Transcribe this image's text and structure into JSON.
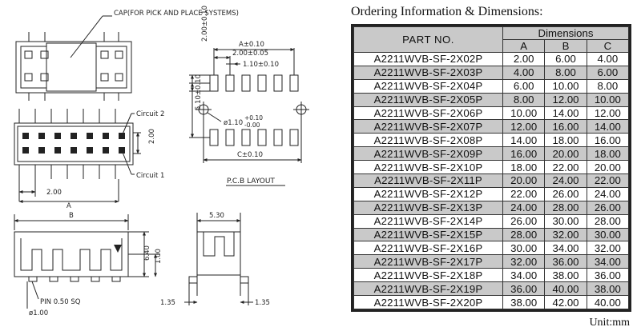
{
  "drawing": {
    "cap_note": "CAP(FOR PICK AND PLACE SYSTEMS)",
    "circuit2": "Circuit 2",
    "circuit1": "Circuit 1",
    "dim_200_side": "2.00",
    "dim_200_bottom": "2.00",
    "dim_A": "A",
    "dim_B": "B",
    "dim_640": "6.40",
    "dim_100": "1.00",
    "pin_note": "PIN 0.50 SQ",
    "hole_note": "ø1.00",
    "dim_530": "5.30",
    "dim_135_left": "1.35",
    "dim_135_right": "1.35",
    "pcb_A": "A±0.10",
    "pcb_200": "2.00±0.05",
    "pcb_110": "1.10±0.10",
    "pcb_200v": "2.00±0.10",
    "pcb_510v": "5.10±0.10",
    "pcb_hole_base": "ø1.10",
    "pcb_hole_tol_up": "+0.10",
    "pcb_hole_tol_dn": "-0.00",
    "pcb_C": "C±0.10",
    "pcb_layout": "P.C.B LAYOUT"
  },
  "ordering": {
    "title": "Ordering Information & Dimensions:",
    "part_header": "PART NO.",
    "dimensions_header": "Dimensions",
    "col_a": "A",
    "col_b": "B",
    "col_c": "C",
    "rows": [
      {
        "part": "A2211WVB-SF-2X02P",
        "a": "2.00",
        "b": "6.00",
        "c": "4.00"
      },
      {
        "part": "A2211WVB-SF-2X03P",
        "a": "4.00",
        "b": "8.00",
        "c": "6.00"
      },
      {
        "part": "A2211WVB-SF-2X04P",
        "a": "6.00",
        "b": "10.00",
        "c": "8.00"
      },
      {
        "part": "A2211WVB-SF-2X05P",
        "a": "8.00",
        "b": "12.00",
        "c": "10.00"
      },
      {
        "part": "A2211WVB-SF-2X06P",
        "a": "10.00",
        "b": "14.00",
        "c": "12.00"
      },
      {
        "part": "A2211WVB-SF-2X07P",
        "a": "12.00",
        "b": "16.00",
        "c": "14.00"
      },
      {
        "part": "A2211WVB-SF-2X08P",
        "a": "14.00",
        "b": "18.00",
        "c": "16.00"
      },
      {
        "part": "A2211WVB-SF-2X09P",
        "a": "16.00",
        "b": "20.00",
        "c": "18.00"
      },
      {
        "part": "A2211WVB-SF-2X10P",
        "a": "18.00",
        "b": "22.00",
        "c": "20.00"
      },
      {
        "part": "A2211WVB-SF-2X11P",
        "a": "20.00",
        "b": "24.00",
        "c": "22.00"
      },
      {
        "part": "A2211WVB-SF-2X12P",
        "a": "22.00",
        "b": "26.00",
        "c": "24.00"
      },
      {
        "part": "A2211WVB-SF-2X13P",
        "a": "24.00",
        "b": "28.00",
        "c": "26.00"
      },
      {
        "part": "A2211WVB-SF-2X14P",
        "a": "26.00",
        "b": "30.00",
        "c": "28.00"
      },
      {
        "part": "A2211WVB-SF-2X15P",
        "a": "28.00",
        "b": "32.00",
        "c": "30.00"
      },
      {
        "part": "A2211WVB-SF-2X16P",
        "a": "30.00",
        "b": "34.00",
        "c": "32.00"
      },
      {
        "part": "A2211WVB-SF-2X17P",
        "a": "32.00",
        "b": "36.00",
        "c": "34.00"
      },
      {
        "part": "A2211WVB-SF-2X18P",
        "a": "34.00",
        "b": "38.00",
        "c": "36.00"
      },
      {
        "part": "A2211WVB-SF-2X19P",
        "a": "36.00",
        "b": "40.00",
        "c": "38.00"
      },
      {
        "part": "A2211WVB-SF-2X20P",
        "a": "38.00",
        "b": "42.00",
        "c": "40.00"
      }
    ],
    "unit": "Unit:mm"
  }
}
